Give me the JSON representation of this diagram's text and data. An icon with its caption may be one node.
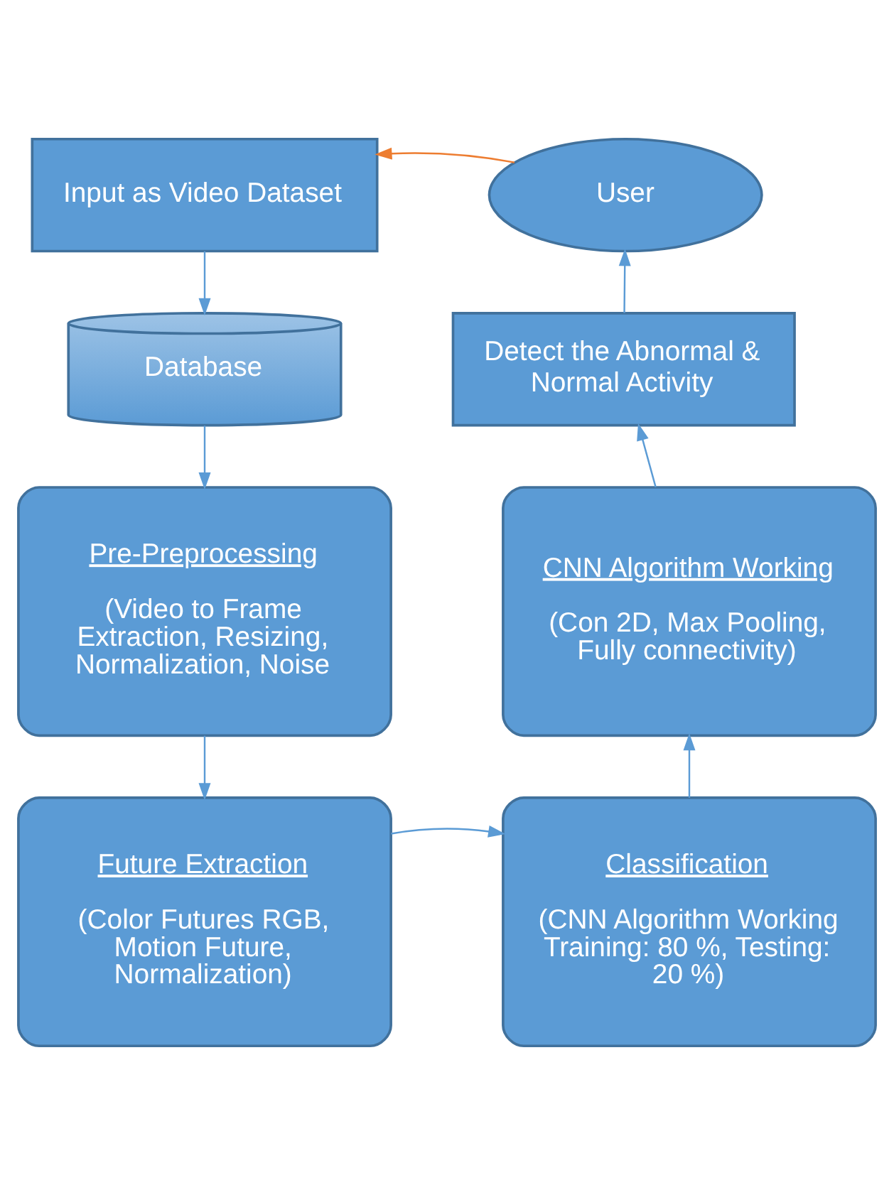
{
  "diagram": {
    "nodes": [
      {
        "text": [
          "Input as Video Dataset"
        ]
      },
      {
        "text": [
          "User"
        ]
      },
      {
        "text": [
          "Database"
        ]
      },
      {
        "text": [
          "Detect the Abnormal & Normal Activity"
        ]
      },
      {
        "text": [
          "Pre-Preprocessing",
          "(Video to Frame Extraction, Resizing, Normalization, Noise"
        ]
      },
      {
        "text": [
          "CNN Algorithm Working",
          "(Con 2D, Max Pooling, Fully connectivity)"
        ]
      },
      {
        "text": [
          "Future Extraction",
          "(Color Futures RGB, Motion Future, Normalization)"
        ]
      },
      {
        "text": [
          "Classification",
          "(CNN Algorithm Working Training: 80 %, Testing: 20 %)"
        ]
      }
    ],
    "edges": [
      {
        "from": 1,
        "to": 0,
        "arrow": "to",
        "color": "#ed7d31"
      },
      {
        "from": 0,
        "to": 2,
        "arrow": "to"
      },
      {
        "from": 2,
        "to": 4,
        "arrow": "to"
      },
      {
        "from": 4,
        "to": 6,
        "arrow": "to"
      },
      {
        "from": 6,
        "to": 7,
        "arrow": "to"
      },
      {
        "from": 7,
        "to": 5,
        "arrow": "to"
      },
      {
        "from": 5,
        "to": 3,
        "arrow": "to"
      },
      {
        "from": 3,
        "to": 1,
        "arrow": "to"
      }
    ]
  }
}
